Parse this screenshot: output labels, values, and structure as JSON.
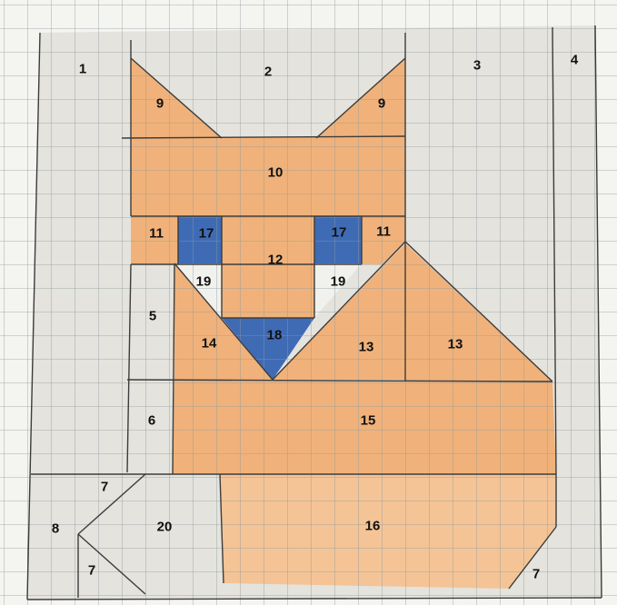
{
  "colors": {
    "paper": "#f4f4f1",
    "grid": "#8f9a9e",
    "background_pencil": "#d9d7cf",
    "fox_orange": "#f0b27a",
    "fox_orange_light": "#f4c496",
    "eye_blue": "#3f6bb5",
    "white_patch": "#f1f1ee",
    "outline": "#3c3c3c"
  },
  "labels": {
    "p1": "1",
    "p2": "2",
    "p3": "3",
    "p4": "4",
    "p5": "5",
    "p6": "6",
    "p7_top": "7",
    "p7_left": "7",
    "p7_right": "7",
    "p8": "8",
    "p9_left": "9",
    "p9_right": "9",
    "p10": "10",
    "p11_left": "11",
    "p11_right": "11",
    "p12": "12",
    "p13_inner": "13",
    "p13_outer": "13",
    "p14": "14",
    "p15": "15",
    "p16": "16",
    "p17_left": "17",
    "p17_right": "17",
    "p18": "18",
    "p19_left": "19",
    "p19_right": "19",
    "p20": "20"
  }
}
